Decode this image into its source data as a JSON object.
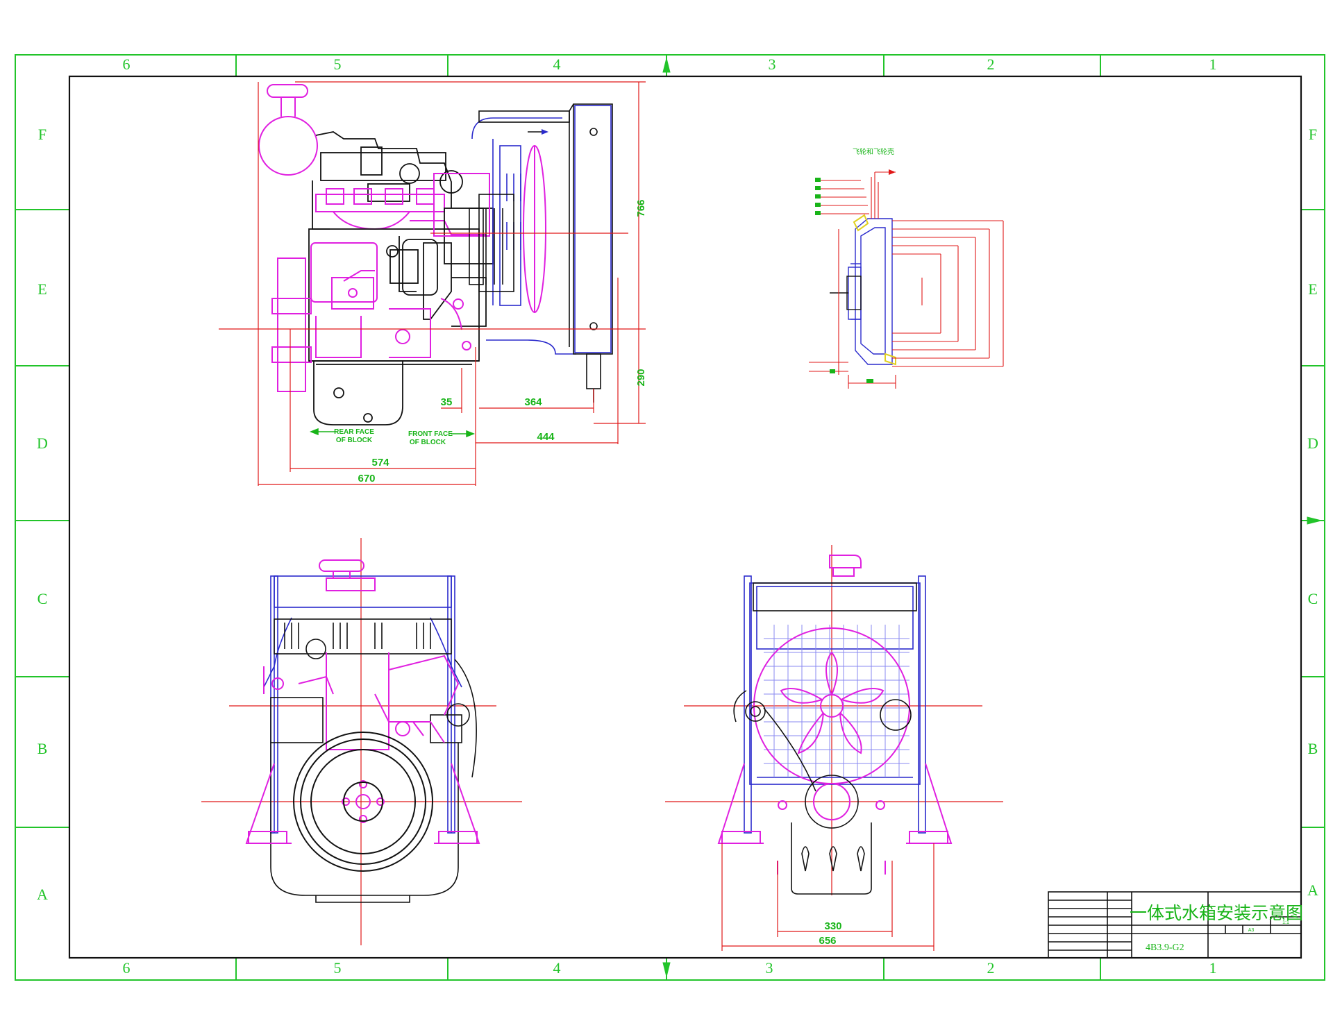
{
  "zones": {
    "columns": [
      "6",
      "5",
      "4",
      "3",
      "2",
      "1"
    ],
    "rows": [
      "F",
      "E",
      "D",
      "C",
      "B",
      "A"
    ]
  },
  "side_view": {
    "dimensions": [
      "766",
      "290",
      "35",
      "364",
      "444",
      "574",
      "670"
    ],
    "labels": {
      "rear_face": [
        "REAR FACE",
        "OF BLOCK"
      ],
      "front_face": [
        "FRONT FACE",
        "OF BLOCK"
      ]
    }
  },
  "flywheel_detail": {
    "caption": "飞轮和飞轮壳"
  },
  "front_view": {
    "dimensions": [
      "330",
      "656"
    ]
  },
  "title_block": {
    "title": "一体式水箱安装示意图",
    "model": "4B3.9-G2",
    "sheet_size": "A3",
    "scale": "1:1"
  },
  "colors": {
    "border": "#22c42a",
    "outline": "#111111",
    "engine": "#e020e0",
    "blueline": "#2a2acc",
    "dimension": "#e01818"
  }
}
